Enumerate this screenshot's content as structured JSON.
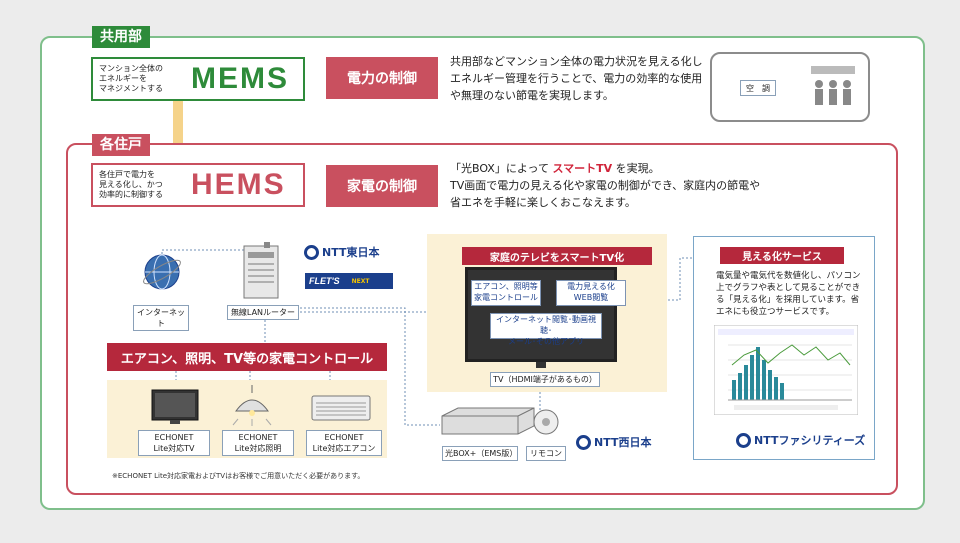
{
  "shared": {
    "tag": "共用部",
    "mems_desc": "マンション全体の\nエネルギーを\nマネジメントする",
    "mems_name": "MEMS",
    "control_label": "電力の制御",
    "text_lines": [
      "共用部などマンション全体の電力状況を見える化し",
      "エネルギー管理を行うことで、電力の効率的な使用",
      "や無理のない節電を実現します。"
    ],
    "aircon_label": "空　調"
  },
  "unit": {
    "tag": "各住戸",
    "hems_desc": "各住戸で電力を\n見える化し、かつ\n効率的に制御する",
    "hems_name": "HEMS",
    "control_label": "家電の制御",
    "text_line1_a": "「光BOX」によって ",
    "text_line1_b": "スマートTV",
    "text_line1_c": " を実現。",
    "text_lines": [
      "TV画面で電力の見える化や家電の制御ができ、家庭内の節電や",
      "省エネを手軽に楽しくおこなえます。"
    ]
  },
  "network": {
    "internet_label": "インターネット",
    "router_label": "無線LANルーター",
    "ntt_east": "NTT東日本",
    "flets": "FLET'S",
    "flets_next": "NEXT",
    "banner": "エアコン、照明、TV等の家電コントロール",
    "devices": [
      {
        "line1": "ECHONET",
        "line2": "Lite対応TV"
      },
      {
        "line1": "ECHONET",
        "line2": "Lite対応照明"
      },
      {
        "line1": "ECHONET",
        "line2": "Lite対応エアコン"
      }
    ],
    "note": "※ECHONET Lite対応家電およびTVはお客様でご用意いただく必要があります。"
  },
  "smart_tv": {
    "title": "家庭のテレビをスマートTV化",
    "box1": "エアコン、照明等\n家電コントロール",
    "box2": "電力見える化\nWEB閲覧",
    "box3": "インターネット閲覧･動画視聴･\nメール･その他アプリ",
    "tv_label": "TV（HDMI端子があるもの）",
    "hikari_box_label": "光BOX+（EMS版）",
    "remote_label": "リモコン",
    "ntt_west": "NTT西日本"
  },
  "service": {
    "title": "見える化サービス",
    "text": "電気量や電気代を数値化し、パソコン上でグラフや表として見ることができる「見える化」を採用しています。省エネにも役立つサービスです。",
    "ntt_fac": "NTTファシリティーズ"
  },
  "colors": {
    "green": "#2e8b3a",
    "red": "#c9505f",
    "dark_red": "#b5283c",
    "navy": "#1b3f8c"
  }
}
